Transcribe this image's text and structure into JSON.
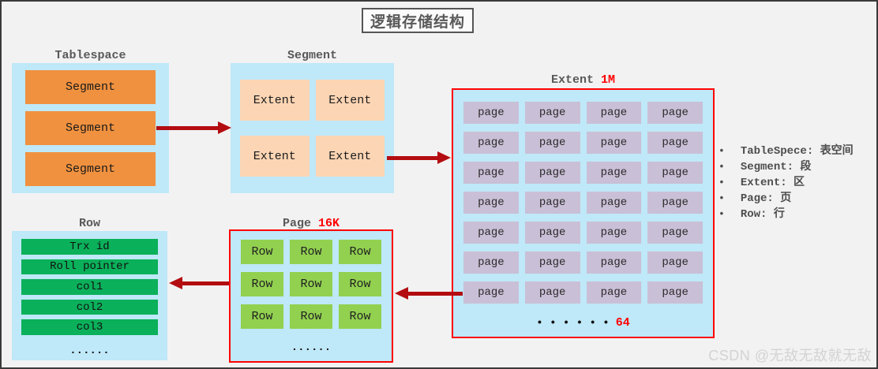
{
  "title": "逻辑存储结构",
  "colors": {
    "container_blue": "#bfe8f8",
    "segment_orange": "#f0913f",
    "extent_peach": "#fcd5b4",
    "page_purple": "#c9bfd6",
    "row_dark_green": "#0bb05a",
    "row_light_green": "#92d050",
    "arrow_red": "#b30d11",
    "highlight_red": "#ff0000",
    "label_grey": "#595959"
  },
  "tablespace": {
    "label": "Tablespace",
    "segments": [
      "Segment",
      "Segment",
      "Segment"
    ]
  },
  "segment": {
    "label": "Segment",
    "extents": [
      "Extent",
      "Extent",
      "Extent",
      "Extent"
    ]
  },
  "extent": {
    "label": "Extent",
    "size": "1M",
    "pages": [
      "page",
      "page",
      "page",
      "page",
      "page",
      "page",
      "page",
      "page",
      "page",
      "page",
      "page",
      "page",
      "page",
      "page",
      "page",
      "page",
      "page",
      "page",
      "page",
      "page",
      "page",
      "page",
      "page",
      "page",
      "page",
      "page",
      "page",
      "page"
    ],
    "dots": "• • • • • •",
    "count": "64"
  },
  "page": {
    "label": "Page",
    "size": "16K",
    "rows": [
      "Row",
      "Row",
      "Row",
      "Row",
      "Row",
      "Row",
      "Row",
      "Row",
      "Row"
    ],
    "dots": "......"
  },
  "row": {
    "label": "Row",
    "fields": [
      "Trx id",
      "Roll pointer",
      "col1",
      "col2",
      "col3"
    ],
    "dots": "......"
  },
  "legend": {
    "items": [
      "TableSpece: 表空间",
      "Segment: 段",
      "Extent: 区",
      "Page: 页",
      "Row: 行"
    ]
  },
  "watermark": "CSDN @无敌无敌就无敌"
}
